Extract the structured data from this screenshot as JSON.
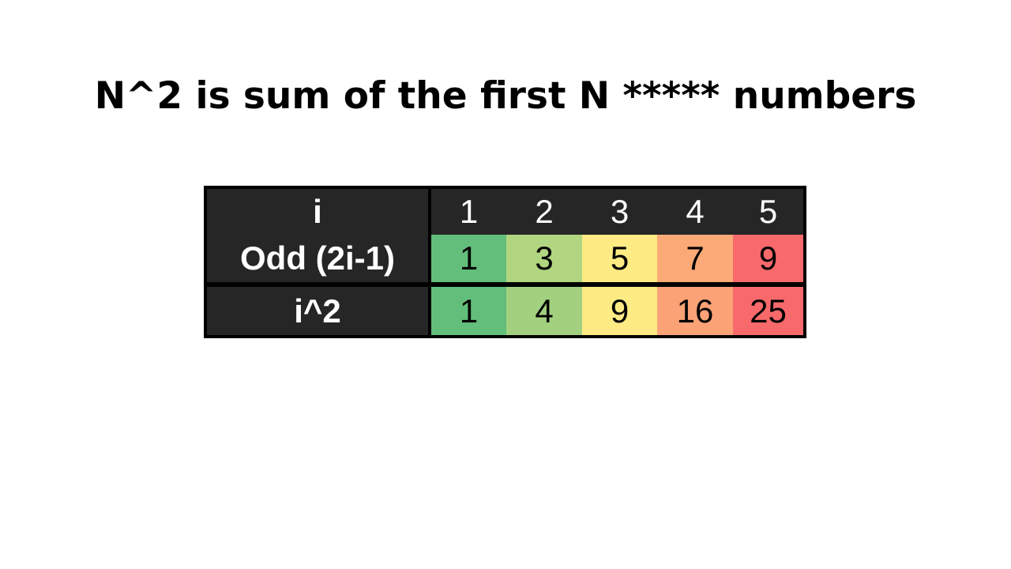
{
  "title": "N^2 is sum of the first N ***** numbers",
  "table": {
    "row_labels": {
      "index": "i",
      "odd": "Odd (2i-1)",
      "square": "i^2"
    },
    "header": [
      "1",
      "2",
      "3",
      "4",
      "5"
    ],
    "odd_values": [
      "1",
      "3",
      "5",
      "7",
      "9"
    ],
    "square_values": [
      "1",
      "4",
      "9",
      "16",
      "25"
    ],
    "colors": {
      "header_bg": "#262626",
      "border": "#000000",
      "odd_row": [
        "#63be7b",
        "#b1d580",
        "#ffeb84",
        "#fbaa77",
        "#f8696b"
      ],
      "square_row": [
        "#63be7b",
        "#a2d07f",
        "#ffeb84",
        "#fba276",
        "#f8696b"
      ]
    }
  }
}
